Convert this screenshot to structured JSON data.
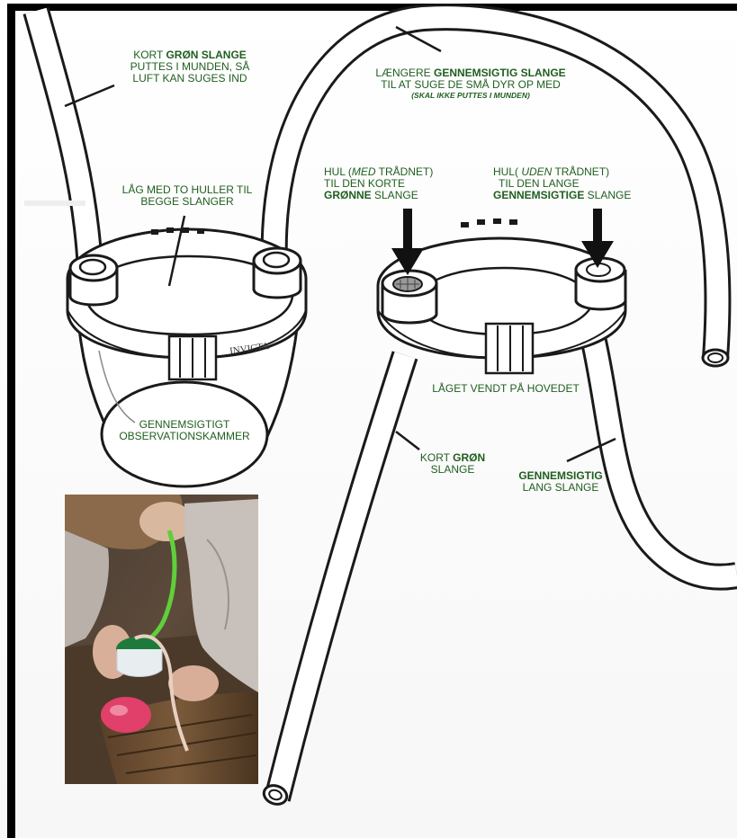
{
  "labels": {
    "short_green_tube": {
      "line1": [
        "KORT ",
        "GRØN SLANGE"
      ],
      "line2": "PUTTES I MUNDEN, SÅ",
      "line3": "LUFT KAN SUGES IND"
    },
    "long_clear_tube": {
      "line1": [
        "LÆNGERE ",
        "GENNEMSIGTIG SLANGE"
      ],
      "line2": "TIL AT SUGE DE SMÅ DYR OP MED",
      "line3": "(SKAL IKKE PUTTES I MUNDEN)"
    },
    "lid": {
      "line1": "LÅG MED TO HULLER TIL",
      "line2": "BEGGE SLANGER"
    },
    "hole_with_mesh": {
      "line1": [
        "HUL (",
        "MED",
        " TRÅDNET)"
      ],
      "line2": "TIL DEN KORTE",
      "line3": [
        "GRØNNE",
        " SLANGE"
      ]
    },
    "hole_without_mesh": {
      "line1": [
        "HUL( ",
        "UDEN",
        " TRÅDNET)"
      ],
      "line2": "TIL DEN LANGE",
      "line3": [
        "GENNEMSIGTIGE",
        " SLANGE"
      ]
    },
    "lid_upside_down": "LÅGET VENDT PÅ HOVEDET",
    "chamber": {
      "line1": "GENNEMSIGTIGT",
      "line2": "OBSERVATIONSKAMMER"
    },
    "short_green_bottom": {
      "line1": [
        "KORT ",
        "GRØN"
      ],
      "line2": "SLANGE"
    },
    "clear_long_bottom": {
      "line1": "GENNEMSIGTIG",
      "line2": "LANG SLANGE"
    }
  },
  "brand_on_device": "INVICTA",
  "colors": {
    "label_text": "#1f5e1f",
    "outline": "#1a1a1a",
    "tube_green_photo": "#5fcf3a",
    "border": "#000000"
  }
}
